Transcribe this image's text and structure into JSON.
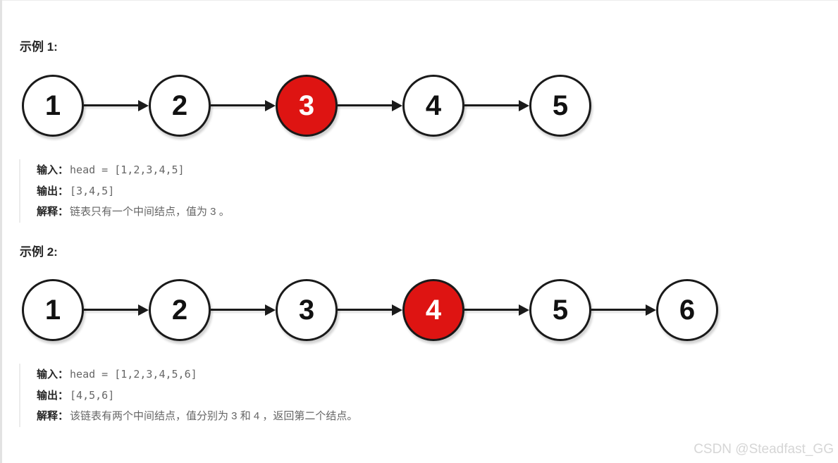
{
  "colors": {
    "node_highlight": "#de1412",
    "node_highlight_text": "#ffffff",
    "diagram_stroke": "#1a1a1a",
    "text_strong": "#262626",
    "text_muted": "#666666",
    "border_light": "#ececec",
    "watermark": "#d6d6d6"
  },
  "watermark": "CSDN @Steadfast_GG",
  "examples": [
    {
      "heading": "示例 1:",
      "nodes": [
        {
          "value": "1",
          "highlight": false
        },
        {
          "value": "2",
          "highlight": false
        },
        {
          "value": "3",
          "highlight": true
        },
        {
          "value": "4",
          "highlight": false
        },
        {
          "value": "5",
          "highlight": false
        }
      ],
      "input_label": "输入：",
      "input_value": "head = [1,2,3,4,5]",
      "output_label": "输出：",
      "output_value": "[3,4,5]",
      "explain_label": "解释：",
      "explain_text": "链表只有一个中间结点，值为 3 。"
    },
    {
      "heading": "示例 2:",
      "nodes": [
        {
          "value": "1",
          "highlight": false
        },
        {
          "value": "2",
          "highlight": false
        },
        {
          "value": "3",
          "highlight": false
        },
        {
          "value": "4",
          "highlight": true
        },
        {
          "value": "5",
          "highlight": false
        },
        {
          "value": "6",
          "highlight": false
        }
      ],
      "input_label": "输入：",
      "input_value": "head = [1,2,3,4,5,6]",
      "output_label": "输出：",
      "output_value": "[4,5,6]",
      "explain_label": "解释：",
      "explain_text": "该链表有两个中间结点，值分别为 3 和 4 ，返回第二个结点。"
    }
  ]
}
